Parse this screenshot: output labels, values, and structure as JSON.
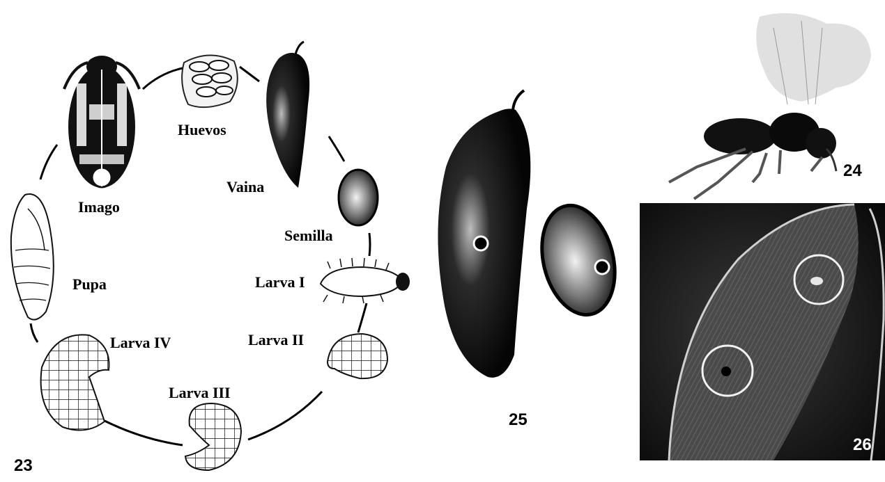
{
  "figure_23": {
    "number": "23",
    "stages": {
      "huevos": "Huevos",
      "vaina": "Vaina",
      "semilla": "Semilla",
      "larva_1": "Larva I",
      "larva_2": "Larva II",
      "larva_3": "Larva III",
      "larva_4": "Larva IV",
      "pupa": "Pupa",
      "imago": "Imago"
    }
  },
  "figure_24": {
    "number": "24"
  },
  "figure_25": {
    "number": "25"
  },
  "figure_26": {
    "number": "26"
  }
}
